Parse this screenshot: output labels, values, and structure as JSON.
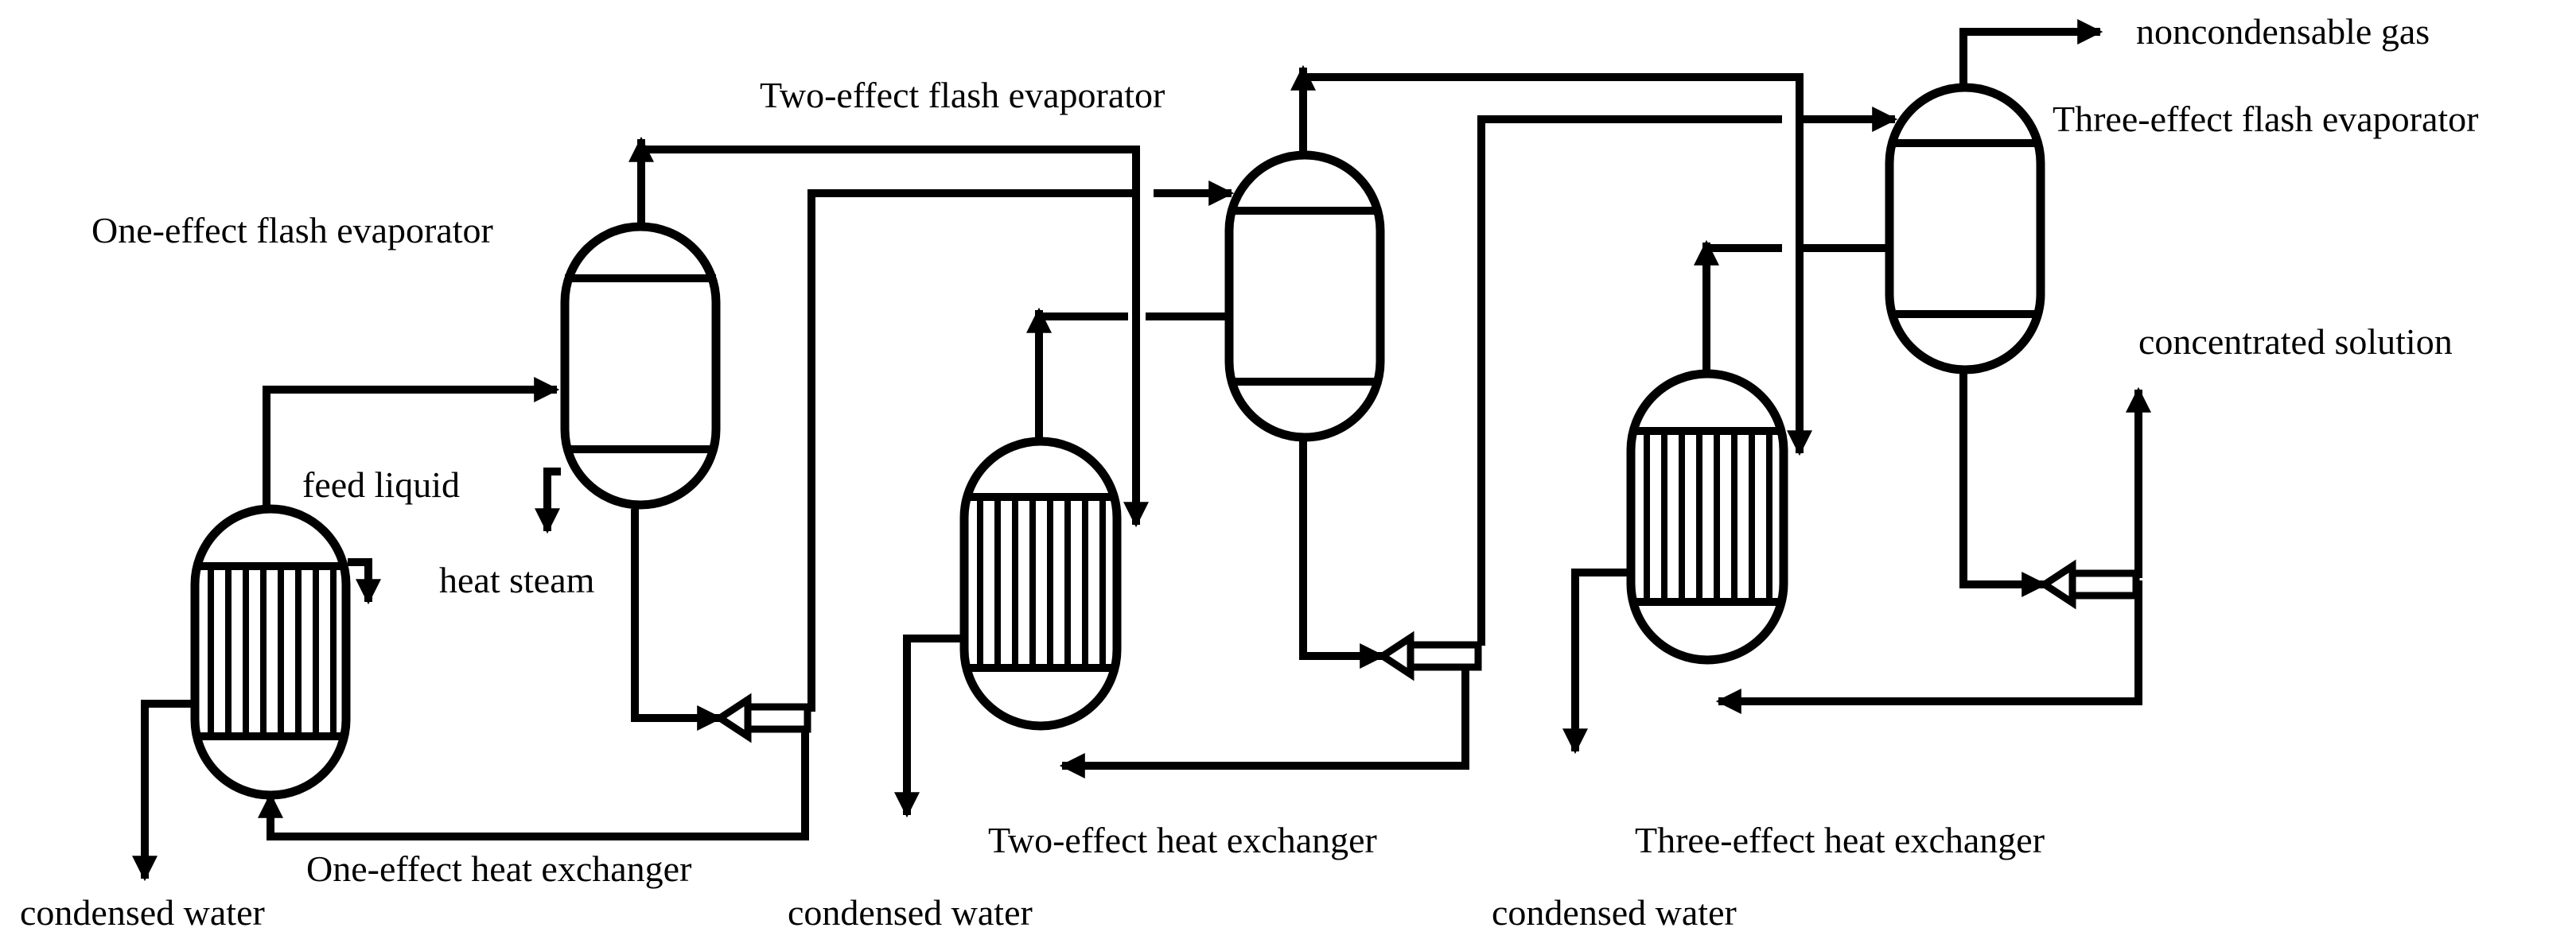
{
  "labels": {
    "noncondensable_gas": "noncondensable gas",
    "three_effect_flash_evaporator": "Three-effect flash evaporator",
    "two_effect_flash_evaporator": "Two-effect flash evaporator",
    "one_effect_flash_evaporator": "One-effect flash evaporator",
    "concentrated_solution": "concentrated solution",
    "feed_liquid": "feed liquid",
    "heat_steam": "heat steam",
    "one_effect_heat_exchanger": "One-effect heat exchanger",
    "two_effect_heat_exchanger": "Two-effect heat exchanger",
    "three_effect_heat_exchanger": "Three-effect heat exchanger",
    "condensed_water_1": "condensed water",
    "condensed_water_2": "condensed water",
    "condensed_water_3": "condensed water"
  }
}
